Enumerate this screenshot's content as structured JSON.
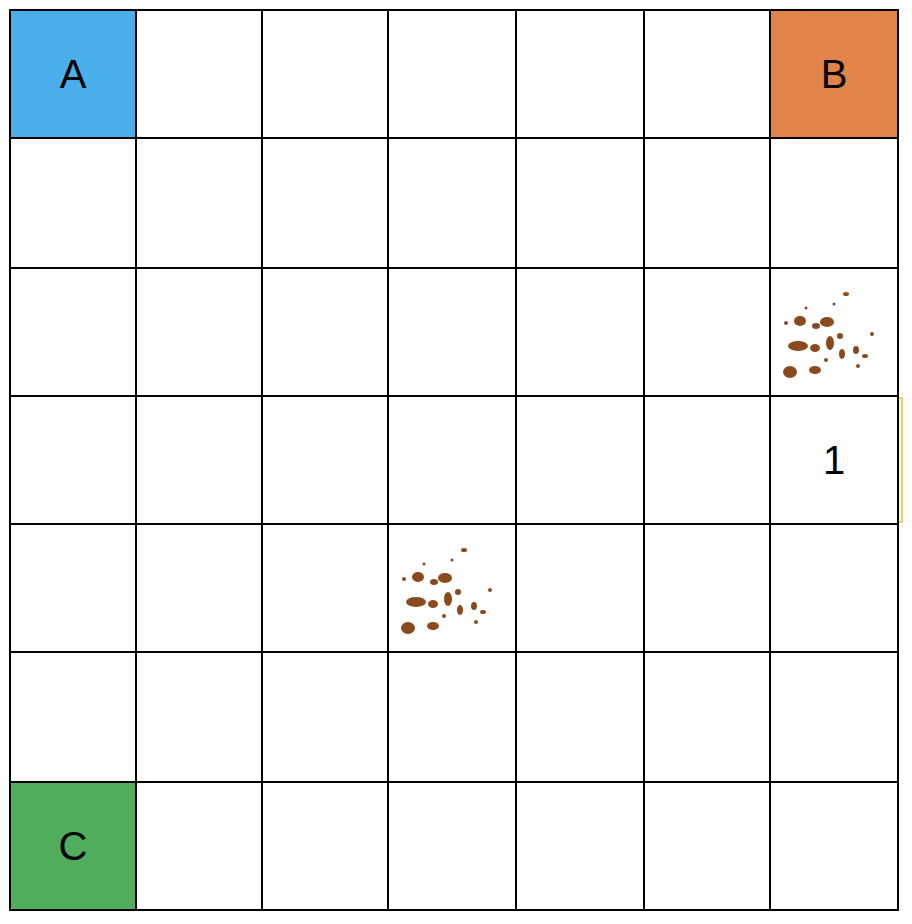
{
  "diagram": {
    "nodes": [
      {
        "text": [
          "A"
        ]
      },
      {
        "text": [
          "B"
        ]
      },
      {
        "text": [
          "1"
        ]
      },
      {
        "text": [
          "C"
        ]
      }
    ]
  }
}
